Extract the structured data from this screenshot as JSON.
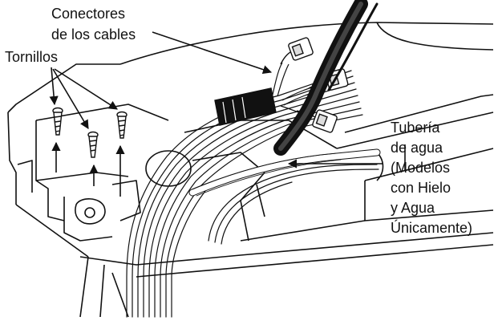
{
  "labels": {
    "connectors_line1": "Conectores",
    "connectors_line2": "de los cables",
    "screws": "Tornillos",
    "tube_line1": "Tubería",
    "tube_line2": "de agua",
    "tube_line3": "(Modelos",
    "tube_line4": "con Hielo",
    "tube_line5": "y Agua",
    "tube_line6": "Únicamente)"
  },
  "colors": {
    "ink": "#111111",
    "paper": "#ffffff"
  }
}
